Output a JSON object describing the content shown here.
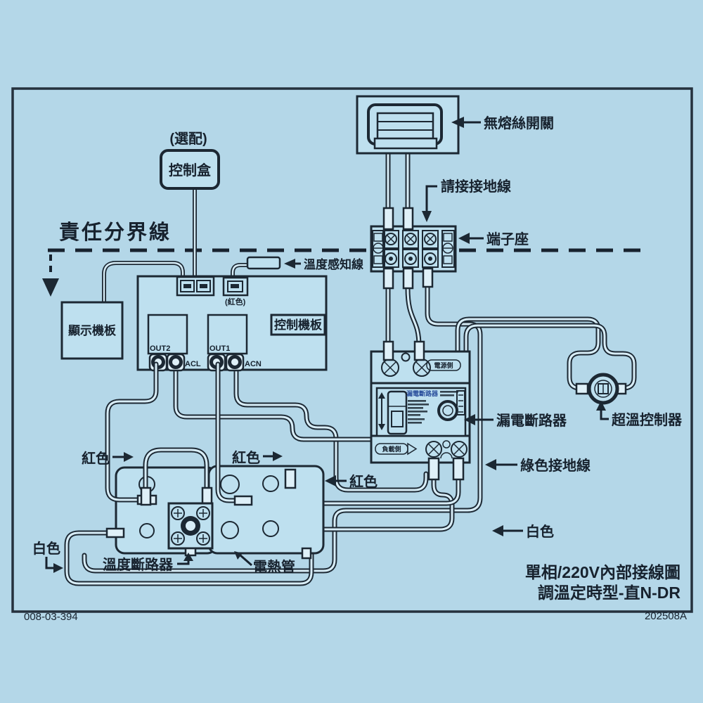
{
  "diagram": {
    "boundary_label": "責任分界線",
    "nfb_label": "無熔絲開關",
    "ground_note": "請接接地線",
    "terminal_block_label": "端子座",
    "optional_note": "(選配)",
    "control_box_label": "控制盒",
    "temp_sensor_label": "溫度感知線",
    "control_board": {
      "label": "控制機板",
      "out2": "OUT2",
      "out1": "OUT1",
      "acl": "ACL",
      "acn": "ACN",
      "red_note": "(紅色)"
    },
    "display_board_label": "顯示機板",
    "elcb": {
      "label": "漏電斷路器",
      "device_title": "漏電斷路器",
      "power_side": "電源側",
      "load_side": "負載側"
    },
    "overtemp_label": "超溫控制器",
    "green_ground_label": "綠色接地線",
    "red_label_1": "紅色",
    "red_label_2": "紅色",
    "red_label_3": "紅色",
    "white_label_left": "白色",
    "white_label_right": "白色",
    "temp_breaker_label": "溫度斷路器",
    "heating_tube_label": "電熱管",
    "title_line1": "單相/220V內部接線圖",
    "title_line2": "調溫定時型-直N-DR",
    "footer_left": "008-03-394",
    "footer_right": "202508A",
    "colors": {
      "paper": "#b4d7e8",
      "ink": "#1c2833",
      "component_fill": "#bee0ef",
      "wire_fill": "#d8edf7",
      "device_title_blue": "#2a4f9c"
    }
  }
}
